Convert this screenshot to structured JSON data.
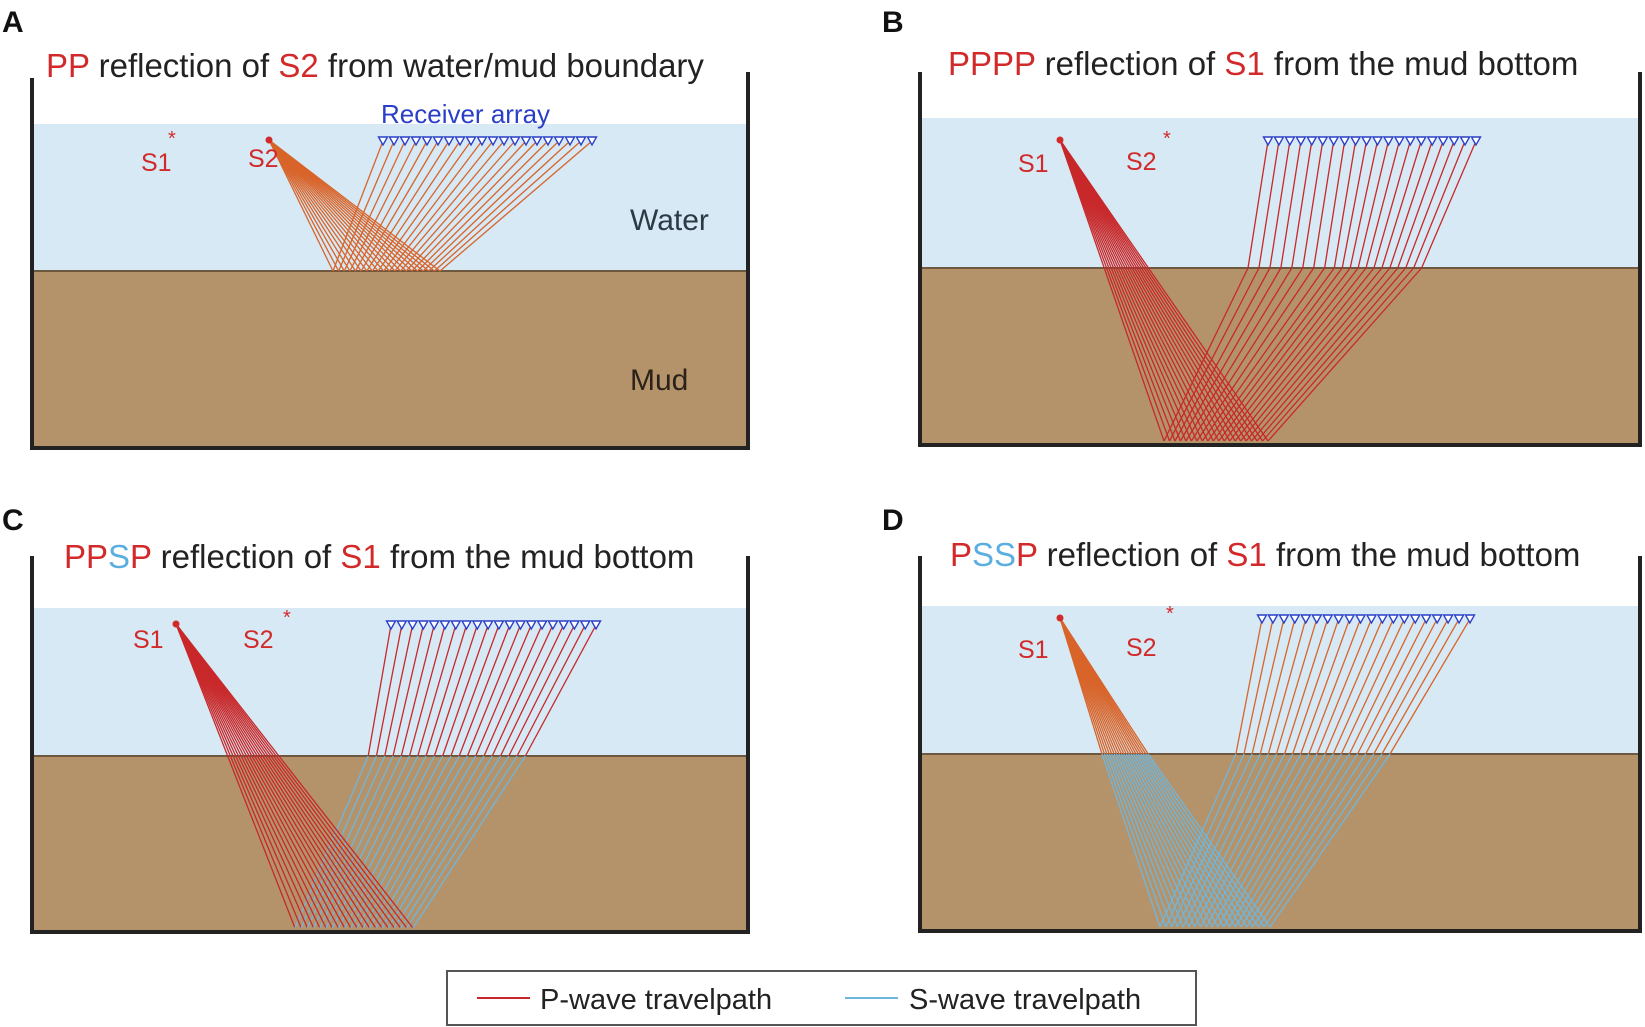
{
  "panels": [
    {
      "letter": "A",
      "title": [
        {
          "text": "PP",
          "color": "red"
        },
        {
          "text": " reflection of ",
          "color": "dark"
        },
        {
          "text": "S2",
          "color": "red"
        },
        {
          "text": " from water/mud boundary",
          "color": "dark"
        }
      ],
      "s1_label": "S1",
      "s2_label": "S2",
      "receiver_label": "Receiver array",
      "water_label": "Water",
      "mud_label": "Mud"
    },
    {
      "letter": "B",
      "title": [
        {
          "text": "PPPP",
          "color": "red"
        },
        {
          "text": " reflection of ",
          "color": "dark"
        },
        {
          "text": "S1",
          "color": "red"
        },
        {
          "text": " from the mud bottom",
          "color": "dark"
        }
      ],
      "s1_label": "S1",
      "s2_label": "S2"
    },
    {
      "letter": "C",
      "title": [
        {
          "text": "PP",
          "color": "red"
        },
        {
          "text": "S",
          "color": "blue"
        },
        {
          "text": "P",
          "color": "red"
        },
        {
          "text": " reflection of ",
          "color": "dark"
        },
        {
          "text": "S1",
          "color": "red"
        },
        {
          "text": " from the mud bottom",
          "color": "dark"
        }
      ],
      "s1_label": "S1",
      "s2_label": "S2"
    },
    {
      "letter": "D",
      "title": [
        {
          "text": "P",
          "color": "red"
        },
        {
          "text": "SS",
          "color": "blue"
        },
        {
          "text": "P",
          "color": "red"
        },
        {
          "text": " reflection of ",
          "color": "dark"
        },
        {
          "text": "S1",
          "color": "red"
        },
        {
          "text": " from the mud bottom",
          "color": "dark"
        }
      ],
      "s1_label": "S1",
      "s2_label": "S2"
    }
  ],
  "legend": {
    "p_wave": "P-wave travelpath",
    "s_wave": "S-wave travelpath"
  },
  "colors": {
    "red": "#d22a2a",
    "dark": "#222222",
    "blue": "#5aaee0",
    "p_ray": "#c8282a",
    "p_ray_orange": "#d8642a",
    "s_ray": "#6fb6de",
    "water": "#d6e9f4",
    "mud": "#b5936a",
    "wall": "#222222",
    "receiver": "#2a3fc8",
    "letter": "#111111"
  }
}
